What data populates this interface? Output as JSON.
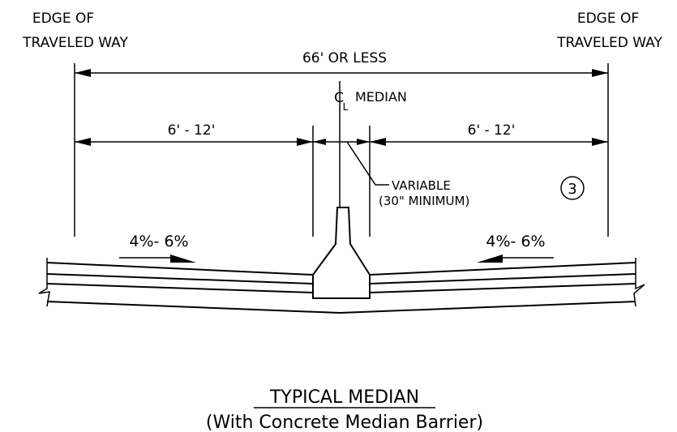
{
  "labels": {
    "left_edge_line1": "EDGE OF",
    "left_edge_line2": "TRAVELED WAY",
    "right_edge_line1": "EDGE OF",
    "right_edge_line2": "TRAVELED WAY",
    "overall_width": "66' OR LESS",
    "centerline_symbol": "C",
    "centerline_sub": "L",
    "centerline_label": "MEDIAN",
    "left_width": "6' - 12'",
    "right_width": "6' - 12'",
    "variable_line1": "VARIABLE",
    "variable_line2": "(30\" MINIMUM)",
    "note_number": "3",
    "left_slope": "4%- 6%",
    "right_slope": "4%- 6%"
  },
  "caption": {
    "title": "TYPICAL MEDIAN",
    "subtitle": "(With Concrete Median Barrier)"
  }
}
